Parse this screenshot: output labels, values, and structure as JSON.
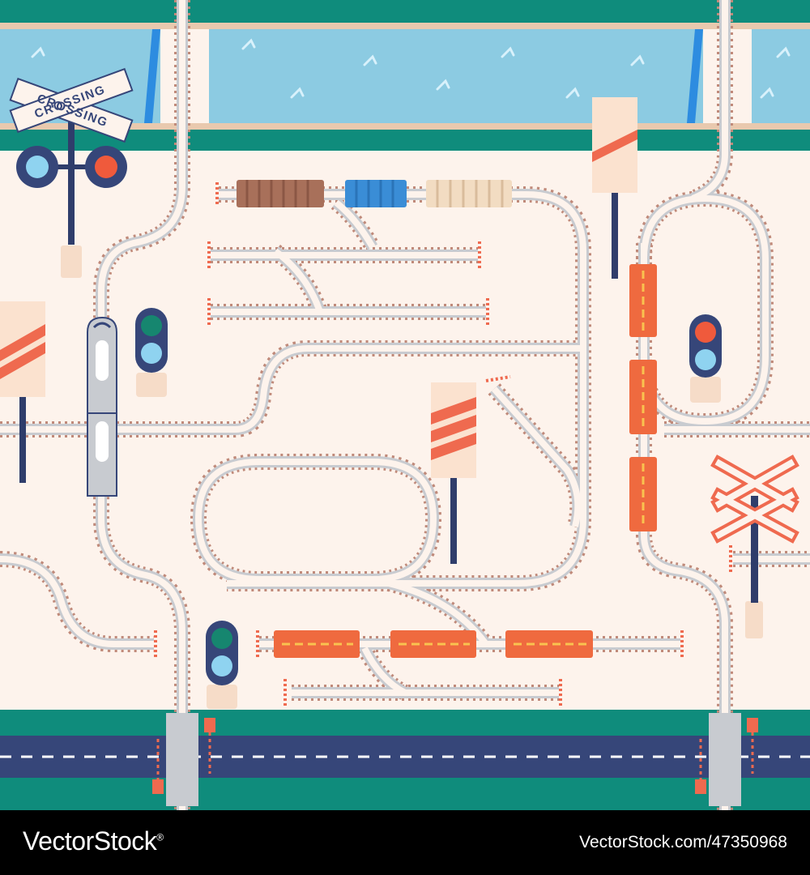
{
  "image": {
    "description_free": true
  },
  "signs": {
    "crossing_text_top": "CROSSING",
    "crossing_text_bottom": "CROSSING"
  },
  "footer": {
    "brand": "VectorStock",
    "brand_mark": "®",
    "image_id": "VectorStock.com/47350968"
  },
  "colors": {
    "background": "#fdf3ec",
    "water": "#8ccbe2",
    "grass": "#0f8c7c",
    "road": "#364679",
    "rail": "#c8cbd0",
    "tie": "#c08a7a",
    "train_orange": "#ef6a3f",
    "train_blue": "#3a8dd6",
    "train_brown": "#a8705a",
    "sign_red": "#ef6a4f",
    "signal_green": "#16866f",
    "signal_red": "#ef5a3c",
    "signal_blue": "#8fd3f0",
    "pole": "#2f3d6b"
  }
}
